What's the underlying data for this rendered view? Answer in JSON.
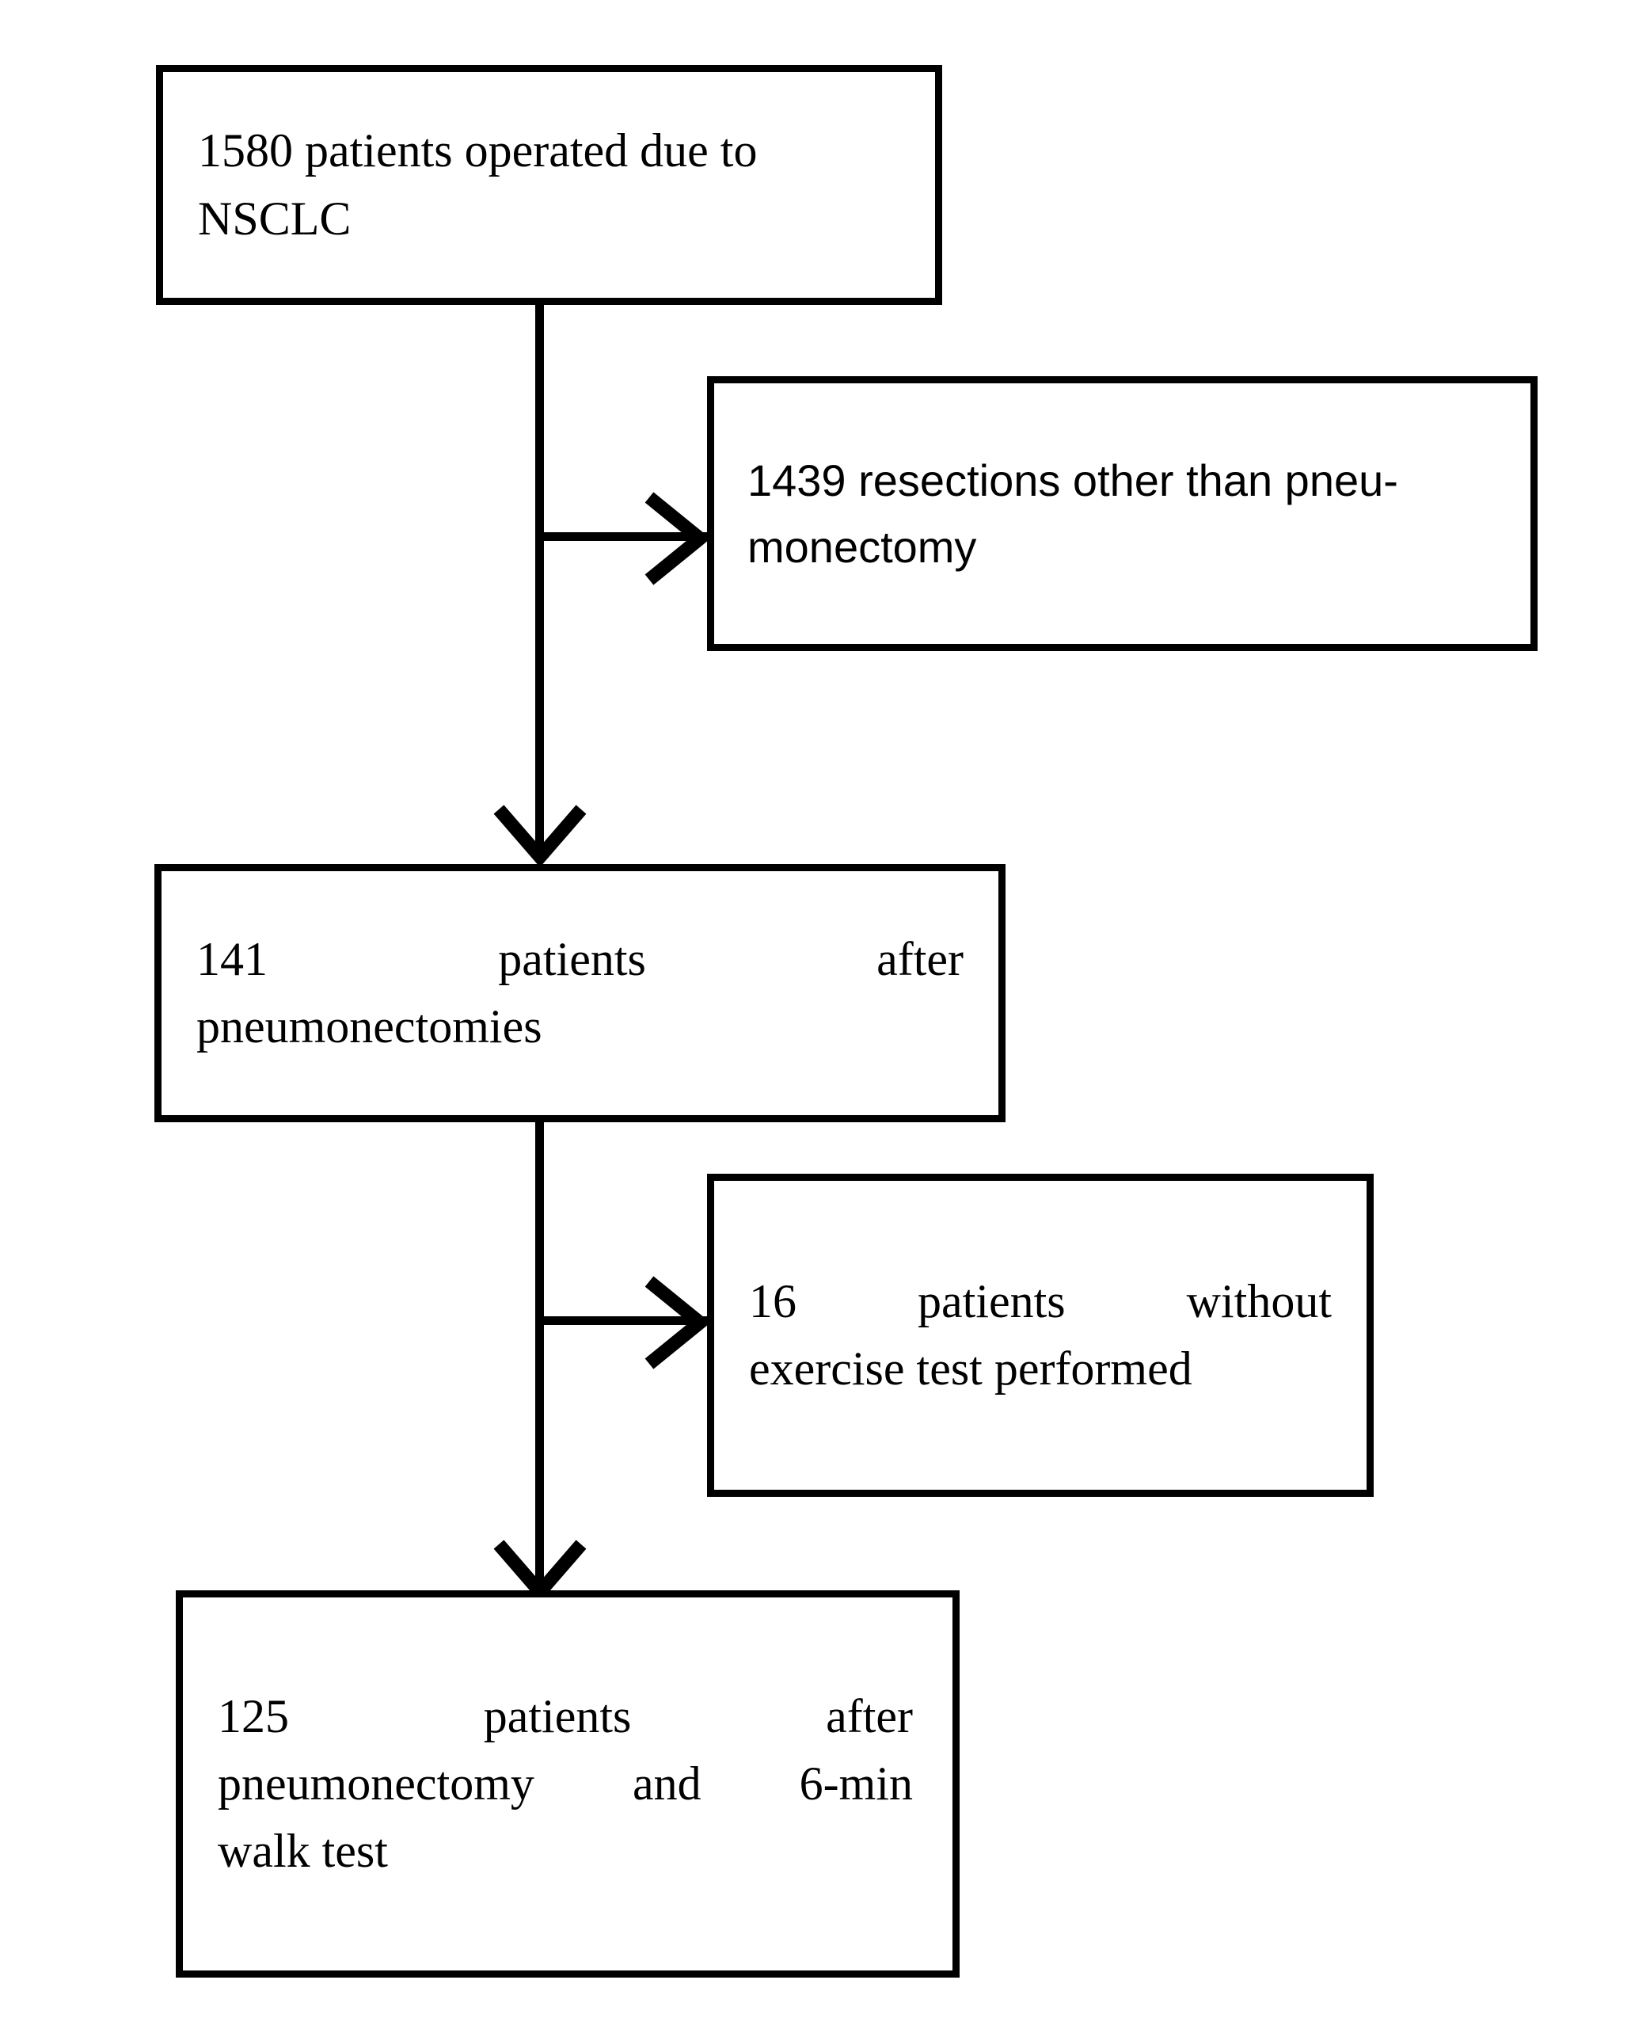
{
  "figure": {
    "kind": "flowchart",
    "orientation": "top-to-bottom",
    "background_color": "#ffffff",
    "line_color": "#000000",
    "text_color": "#000000"
  },
  "nodes": {
    "root": {
      "id": "root",
      "count": "1580",
      "lines": [
        "1580 patients operated due to",
        "NSCLC"
      ],
      "text": "1580 patients operated due to NSCLC"
    },
    "other_resections": {
      "id": "other_resections",
      "count": "1439",
      "lines": [
        "1439 resections other than pneu-",
        "monectomy"
      ],
      "text": "1439 resections other than pneumonectomy"
    },
    "pneumonectomies": {
      "id": "pneumonectomies",
      "count": "141",
      "lines": [
        "141 patients after",
        "pneumonectomies"
      ],
      "text": "141 patients after pneumonectomies"
    },
    "no_exercise_test": {
      "id": "no_exercise_test",
      "count": "16",
      "lines": [
        "16 patients without",
        "exercise test performed"
      ],
      "text": "16 patients without exercise test performed"
    },
    "final_cohort": {
      "id": "final_cohort",
      "count": "125",
      "lines": [
        "125 patients after",
        "pneumonectomy and 6-min",
        "walk test"
      ],
      "text": "125 patients after pneumonectomy and 6-min walk test"
    }
  },
  "edges": [
    {
      "id": "root-to-pneumonectomies",
      "from": "root",
      "to": "pneumonectomies",
      "direction": "down",
      "kind": "arrow"
    },
    {
      "id": "root-to-other",
      "from": "root",
      "to": "other_resections",
      "direction": "right",
      "kind": "arrow"
    },
    {
      "id": "pneumonectomies-to-final",
      "from": "pneumonectomies",
      "to": "final_cohort",
      "direction": "down",
      "kind": "arrow"
    },
    {
      "id": "pneumonectomies-to-noex",
      "from": "pneumonectomies",
      "to": "no_exercise_test",
      "direction": "right",
      "kind": "arrow"
    }
  ]
}
